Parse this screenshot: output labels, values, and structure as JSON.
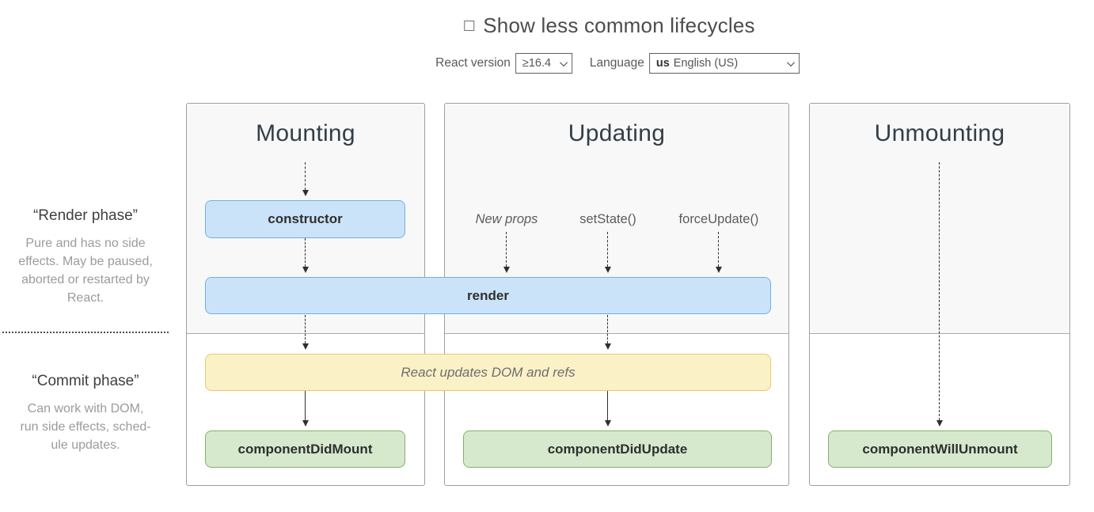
{
  "header": {
    "toggle_label": "Show less common lifecycles",
    "toggle_checked": false,
    "react_version": {
      "label": "React version",
      "value": "≥16.4"
    },
    "language": {
      "label": "Language",
      "flag": "us",
      "value": "English (US)"
    }
  },
  "phase_labels": {
    "render": {
      "title": "“Render phase”",
      "lines": [
        "Pure and has no side",
        "effects. May be paused,",
        "aborted or restarted by",
        "React."
      ]
    },
    "commit": {
      "title": "“Commit phase”",
      "lines": [
        "Can work with DOM,",
        "run side effects, sched-",
        "ule updates."
      ]
    }
  },
  "columns": {
    "mounting": {
      "title": "Mounting"
    },
    "updating": {
      "title": "Updating",
      "triggers": [
        "New props",
        "setState()",
        "forceUpdate()"
      ]
    },
    "unmounting": {
      "title": "Unmounting"
    }
  },
  "nodes": {
    "constructor": "constructor",
    "render": "render",
    "react_updates": "React updates DOM and refs",
    "component_did_mount": "componentDidMount",
    "component_did_update": "componentDidUpdate",
    "component_will_unmount": "componentWillUnmount"
  },
  "colors": {
    "lifecycle_bg": "#cbe3f9",
    "lifecycle_border": "#71afe5",
    "side_effect_bg": "#fbf1c7",
    "side_effect_border": "#e6c96a",
    "commit_node_bg": "#d6e9cd",
    "commit_node_border": "#7fb36a",
    "render_phase_bg": "#f8f8f8",
    "column_border": "#9f9f9f"
  }
}
